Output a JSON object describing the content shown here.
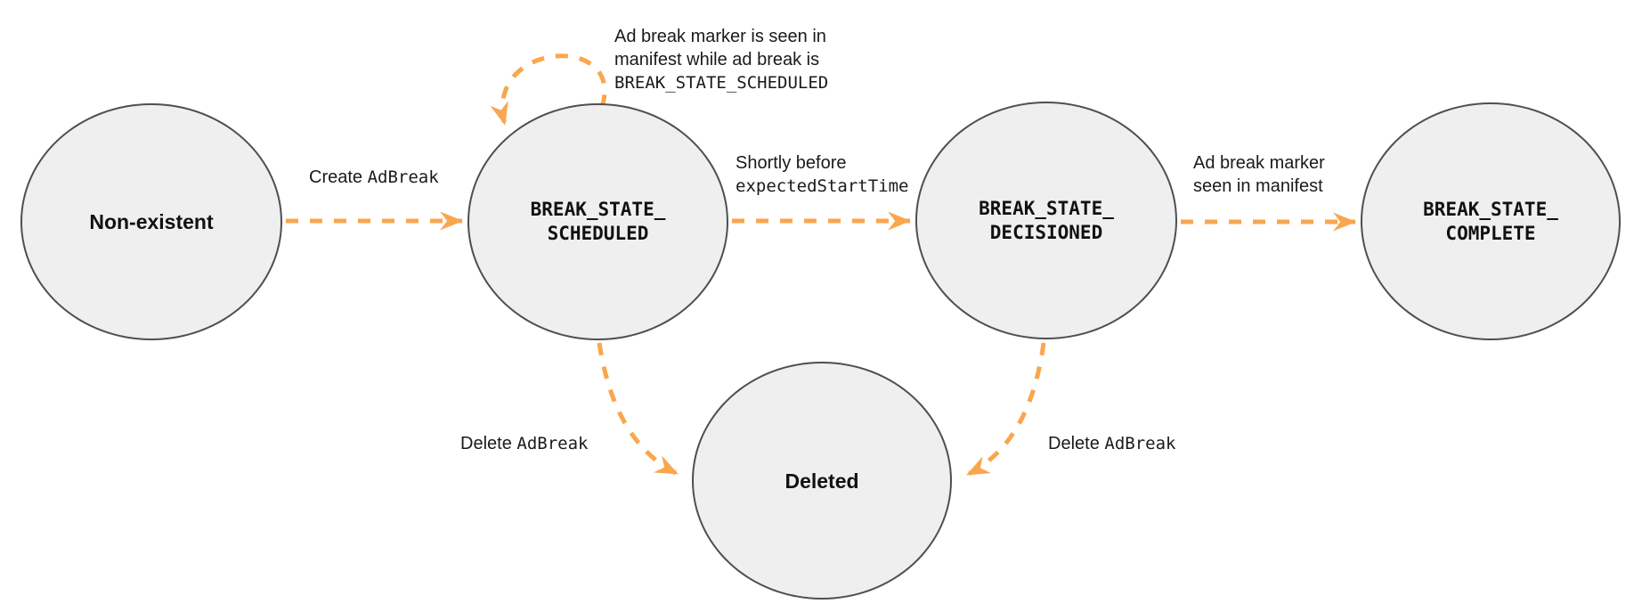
{
  "colors": {
    "arrow": "#F9A64E",
    "state_fill": "#EFEFEF",
    "state_border": "#4F4F4F",
    "text": "#1A1A1A"
  },
  "states": {
    "non_existent": {
      "label": "Non-existent"
    },
    "scheduled": {
      "line1": "BREAK_STATE_",
      "line2": "SCHEDULED"
    },
    "decisioned": {
      "line1": "BREAK_STATE_",
      "line2": "DECISIONED"
    },
    "complete": {
      "line1": "BREAK_STATE_",
      "line2": "COMPLETE"
    },
    "deleted": {
      "label": "Deleted"
    }
  },
  "transitions": {
    "create": {
      "sans": "Create ",
      "mono": "AdBreak"
    },
    "self_loop": {
      "line1": "Ad break marker is seen in",
      "line2": "manifest while ad break is",
      "line3": "BREAK_STATE_SCHEDULED"
    },
    "shortly": {
      "line1": "Shortly before",
      "line2": "expectedStartTime"
    },
    "marker_seen": {
      "line1": "Ad break marker",
      "line2": "seen in manifest"
    },
    "delete_left": {
      "sans": "Delete ",
      "mono": "AdBreak"
    },
    "delete_right": {
      "sans": "Delete ",
      "mono": "AdBreak"
    }
  }
}
